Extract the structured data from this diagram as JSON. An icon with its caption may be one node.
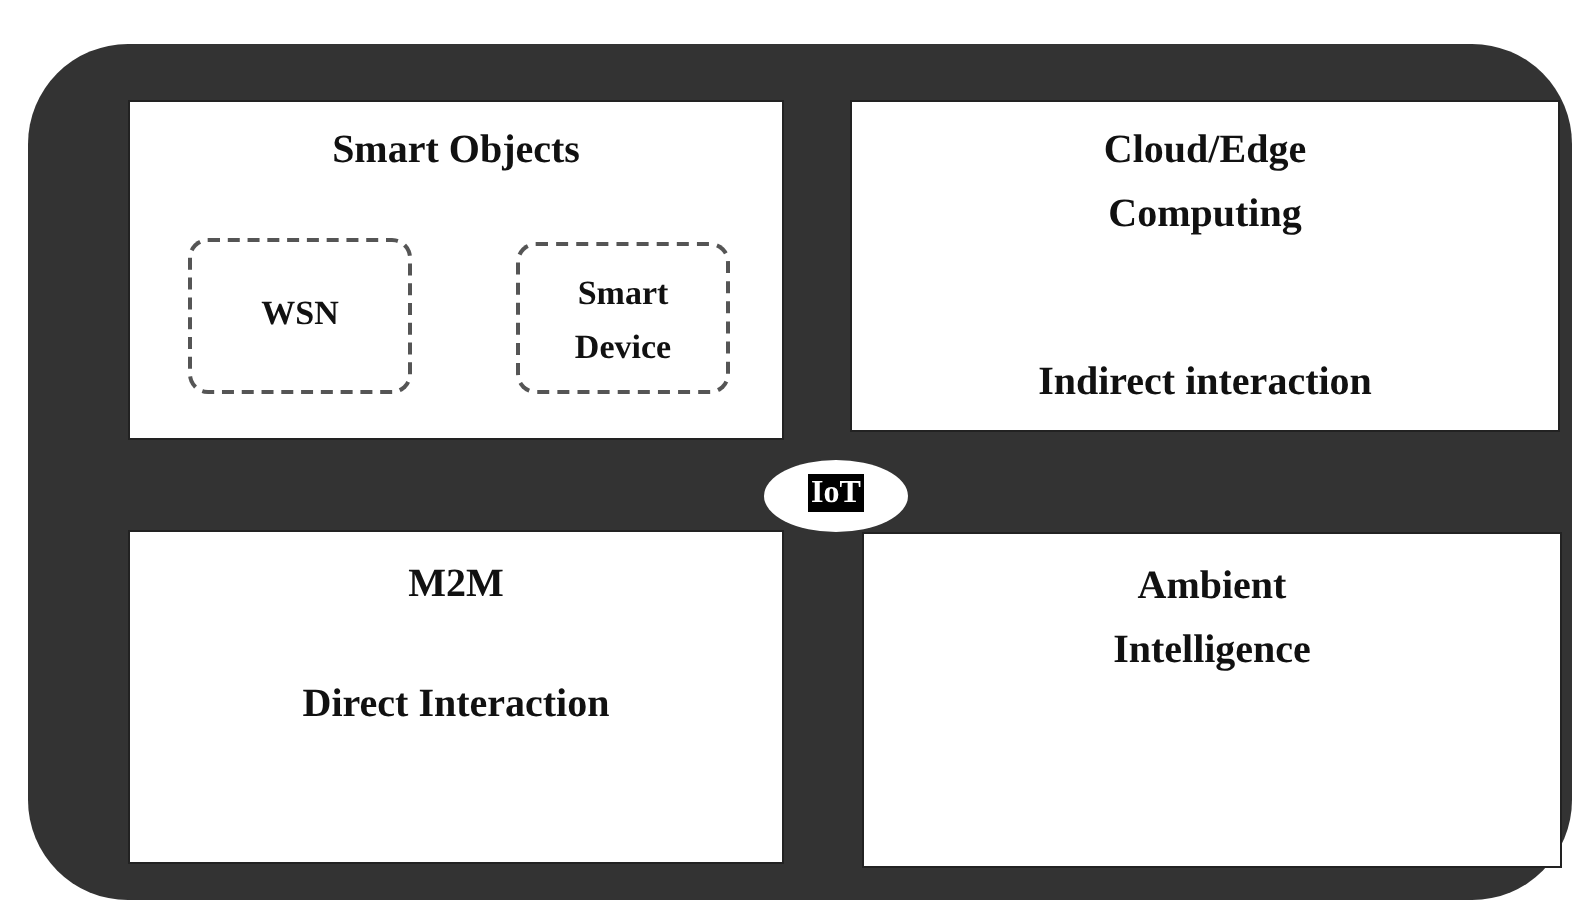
{
  "diagram": {
    "nodes": [
      {
        "text": [],
        "shape": "box"
      },
      {
        "text": [
          "Smart Objects"
        ],
        "in": 0
      },
      {
        "text": [
          "WSN"
        ],
        "in": 1
      },
      {
        "text": [
          "Smart Device"
        ],
        "in": 1
      },
      {
        "text": [
          "Cloud/Edge Computing",
          "Indirect interaction"
        ],
        "in": 0
      },
      {
        "text": [
          "M2M",
          "Direct Interaction"
        ],
        "in": 0
      },
      {
        "text": [
          "Ambient Intelligence"
        ],
        "in": 0
      },
      {
        "text": [
          "IoT"
        ],
        "in": 0
      }
    ]
  }
}
